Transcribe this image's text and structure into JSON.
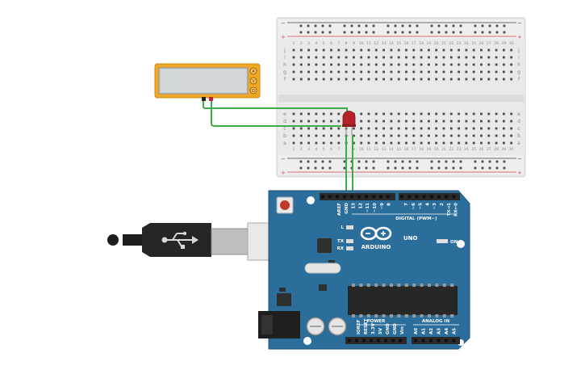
{
  "meter": {
    "modes": [
      "A",
      "V",
      "Ω"
    ]
  },
  "breadboard": {
    "row_letters_bottom": [
      "j",
      "i",
      "h",
      "g",
      "f"
    ],
    "row_letters_top": [
      "e",
      "d",
      "c",
      "b",
      "a"
    ],
    "numbers": [
      "1",
      "2",
      "3",
      "4",
      "5",
      "6",
      "7",
      "8",
      "9",
      "10",
      "11",
      "12",
      "13",
      "14",
      "15",
      "16",
      "17",
      "18",
      "19",
      "20",
      "21",
      "22",
      "23",
      "24",
      "25",
      "26",
      "27",
      "28",
      "29",
      "30"
    ],
    "rail_minus": "−",
    "rail_plus": "+"
  },
  "arduino": {
    "model": "UNO",
    "brand": "ARDUINO",
    "digital_label": "DIGITAL (PWM~)",
    "power_label": "POWER",
    "analog_label": "ANALOG IN",
    "on_label": "ON",
    "led_labels": [
      "L",
      "TX",
      "RX"
    ],
    "digital_pins": [
      "AREF",
      "GND",
      "13",
      "12",
      "~11",
      "~10",
      "~9",
      "8",
      "7",
      "~6",
      "~5",
      "4",
      "~3",
      "2",
      "TX→1",
      "RX←0"
    ],
    "power_pins": [
      "IOREF",
      "RESET",
      "3.3V",
      "5V",
      "GND",
      "GND",
      "Vin"
    ],
    "analog_pins": [
      "A0",
      "A1",
      "A2",
      "A3",
      "A4",
      "A5"
    ]
  },
  "colors": {
    "board": "#2b6e9b",
    "wire": "#3cab4a",
    "led": "#b3222a",
    "meter_body": "#f0a823",
    "breadboard": "#e9e9e9",
    "rail_red": "#d24b4b"
  }
}
